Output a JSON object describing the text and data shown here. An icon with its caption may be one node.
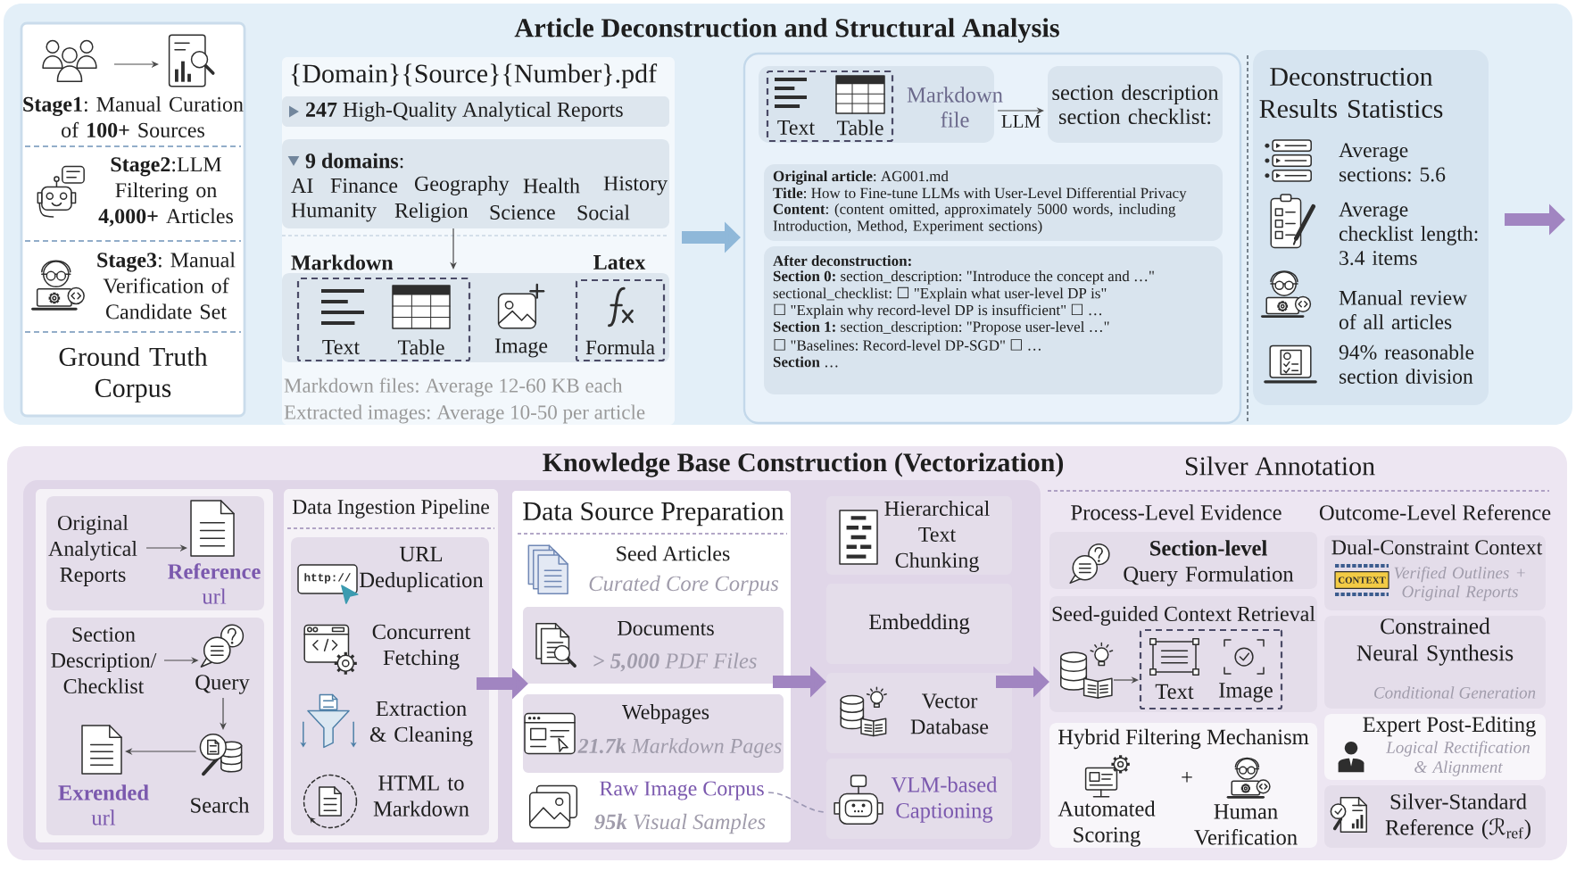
{
  "diagram": {
    "nodes": [
      {
        "text": [
          "Article Deconstruction and Structural Analysis"
        ]
      },
      {
        "text": [
          "**Stage1**: Manual Curation of **100+** Sources",
          "**Stage2**:LLM Filtering on **4,000+** Articles",
          "**Stage3**: Manual Verification of Candidate Set",
          "Ground Truth Corpus"
        ],
        "in": 0
      },
      {
        "text": [],
        "shape": "picture",
        "in": 1
      },
      {
        "text": [],
        "shape": "picture",
        "in": 1
      },
      {
        "text": [
          "{Domain}{Source}{Number}.pdf",
          "Markdown files: Average 12-60 KB each",
          "Extracted images: Average 10-50 per article"
        ],
        "in": 0
      },
      {
        "text": [
          "**247** High-Quality Analytical Reports"
        ],
        "in": 4
      },
      {
        "text": [
          "**9 domains**:",
          "AI",
          "Finance",
          "Geography",
          "Health",
          "History",
          "Humanity",
          "Religion",
          "Science",
          "Social"
        ],
        "in": 4
      },
      {
        "text": [
          "Image"
        ],
        "in": 4
      },
      {
        "text": [
          "Markdown",
          "Text",
          "Table"
        ],
        "in": 7
      },
      {
        "text": [
          "Latex",
          "Formula"
        ],
        "in": 7
      },
      {
        "text": [],
        "shape": "box",
        "in": 0
      },
      {
        "text": [
          "Markdown file"
        ],
        "in": 10
      },
      {
        "text": [
          "Text",
          "Table"
        ],
        "in": 11
      },
      {
        "text": [
          "section description section checklist:"
        ],
        "in": 10
      },
      {
        "text": [
          "**Original article**: AG001.md",
          "**Title**: How to Fine-tune LLMs with User-Level Differential Privacy",
          "**Content**: (content omitted, approximately 5000 words, including Introduction, Method, Experiment sections)"
        ],
        "in": 10
      },
      {
        "text": [
          "After deconstruction:",
          "**Section 0:** section_description: \"Introduce the concept and …\"",
          "sectional_checklist: ☐ \"Explain what user-level DP is\"",
          "☐ \"Explain why record-level DP is insufficient\" ☐ …",
          "**Section 1:** section_description: \"Propose user-level …\"",
          "☐ \"Baselines: Record-level DP-SGD\" ☐ …",
          "**Section** …"
        ],
        "in": 10
      },
      {
        "text": [
          "Deconstruction Results Statistics",
          "Average sections: 5.6",
          "Average checklist length: 3.4 items",
          "Manual review of all articles",
          "94% reasonable section division"
        ],
        "in": 0
      },
      {
        "text": [
          "Knowledge Base Construction (Vectorization)"
        ]
      },
      {
        "text": [],
        "shape": "box",
        "in": 17
      },
      {
        "text": [],
        "shape": "box",
        "in": 18
      },
      {
        "text": [],
        "shape": "box",
        "in": 19
      },
      {
        "text": [
          "Original Analytical Reports"
        ],
        "in": 20
      },
      {
        "text": [
          "**Reference** url"
        ],
        "in": 20
      },
      {
        "text": [],
        "shape": "box",
        "in": 19
      },
      {
        "text": [
          "Section Description/ Checklist"
        ],
        "in": 23
      },
      {
        "text": [
          "Query"
        ],
        "in": 23
      },
      {
        "text": [
          "Search"
        ],
        "in": 23
      },
      {
        "text": [
          "**Exrended** url"
        ],
        "in": 23
      },
      {
        "text": [
          "Data Ingestion Pipeline"
        ],
        "in": 18
      },
      {
        "text": [
          "URL Deduplication",
          "Concurrent Fetching",
          "Extraction & Cleaning",
          "HTML to Markdown"
        ],
        "in": 28
      },
      {
        "text": [
          "Data Source Preparation"
        ],
        "in": 18
      },
      {
        "text": [
          "Seed Articles",
          "Curated Core Corpus"
        ],
        "in": 30
      },
      {
        "text": [
          "Documents",
          "**> 5,000** PDF Files"
        ],
        "in": 30
      },
      {
        "text": [
          "Webpages",
          "**21.7k** Markdown Pages"
        ],
        "in": 30
      },
      {
        "text": [
          "Raw Image Corpus",
          "**95k** Visual Samples"
        ],
        "in": 30
      },
      {
        "text": [
          "Hierarchical Text Chunking"
        ],
        "in": 18
      },
      {
        "text": [
          "Embedding"
        ],
        "in": 18
      },
      {
        "text": [
          "Vector Database"
        ],
        "in": 18
      },
      {
        "text": [
          "VLM-based Captioning"
        ],
        "in": 18
      },
      {
        "text": [
          "**Section-level** Query Formulation"
        ],
        "in": 17
      },
      {
        "text": [
          "Seed-guided Context Retrieval"
        ],
        "in": 17
      },
      {
        "text": [],
        "shape": "picture",
        "in": 40
      },
      {
        "text": [
          "Text",
          "Image"
        ],
        "in": 40
      },
      {
        "text": [
          "Hybrid Filtering Mechanism",
          "Automated Scoring",
          "+",
          "Human Verification"
        ],
        "in": 17
      },
      {
        "text": [
          "Dual-Constraint Context",
          "Verified Outlines + Original Reports"
        ],
        "in": 17
      },
      {
        "text": [
          "Constrained Neural Synthesis",
          "Conditional Generation"
        ],
        "in": 17
      },
      {
        "text": [
          "Expert Post-Editing",
          "Logical Rectification & Alignment"
        ],
        "in": 17
      },
      {
        "text": [
          "Silver-Standard Reference (ℛ$_{ref}$)"
        ],
        "in": 17
      }
    ],
    "edges": [
      {
        "from": 2,
        "to": 3,
        "arrow": "to"
      },
      {
        "from": 6,
        "to": 7,
        "arrow": "to"
      },
      {
        "from": 4,
        "to": 10,
        "arrow": "to",
        "style": "thick",
        "color": "#8fb8d9"
      },
      {
        "from": 11,
        "to": 13,
        "arrow": "to",
        "label": "LLM"
      },
      {
        "from": 16,
        "to": null,
        "arrow": "to",
        "style": "thick",
        "color": "#a185c1"
      },
      {
        "from": 21,
        "to": 22,
        "arrow": "to"
      },
      {
        "from": 24,
        "to": 25,
        "arrow": "to"
      },
      {
        "from": 25,
        "to": 26,
        "arrow": "to"
      },
      {
        "from": 26,
        "to": 27,
        "arrow": "to"
      },
      {
        "from": 28,
        "to": 30,
        "arrow": "to",
        "style": "thick",
        "color": "#a185c1"
      },
      {
        "from": 30,
        "to": 37,
        "arrow": "to",
        "style": "thick",
        "color": "#a185c1"
      },
      {
        "from": 37,
        "to": 40,
        "arrow": "to",
        "style": "thick",
        "color": "#a185c1"
      },
      {
        "from": 41,
        "to": 42,
        "arrow": "to"
      },
      {
        "from": 34,
        "to": 38,
        "arrow": "none",
        "style": "dashed",
        "color": "#9b97b3"
      }
    ],
    "labels": [
      "Silver Annotation",
      "Process-Level Evidence",
      "Outcome-Level Reference",
      "http://",
      "CONTEXT"
    ]
  }
}
